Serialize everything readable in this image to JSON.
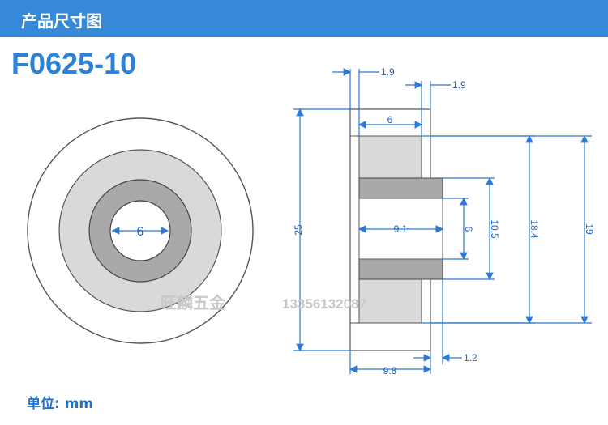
{
  "header": {
    "title": "产品尺寸图",
    "background": "#3589d6"
  },
  "product": {
    "model": "F0625-10"
  },
  "front_view": {
    "bore_label": "6"
  },
  "side_view": {
    "dims": {
      "top_left_flange": "1.9",
      "top_right_flange": "1.9",
      "hub_width": "6",
      "outer_diameter": "25",
      "inner_length": "9.1",
      "bore": "6",
      "bore_outer": "10.5",
      "groove_diameter": "18.4",
      "flange_diameter": "19",
      "overall_width": "9.8",
      "right_offset": "1.2"
    }
  },
  "watermark": {
    "name": "旺麟五金",
    "phone": "13356132087"
  },
  "footer": {
    "unit_label": "单位: mm"
  },
  "colors": {
    "accent": "#2b82d6",
    "dimension": "#1e62c8",
    "part_gray": "#d9d9d9",
    "hub_gray": "#a9a9a9"
  }
}
